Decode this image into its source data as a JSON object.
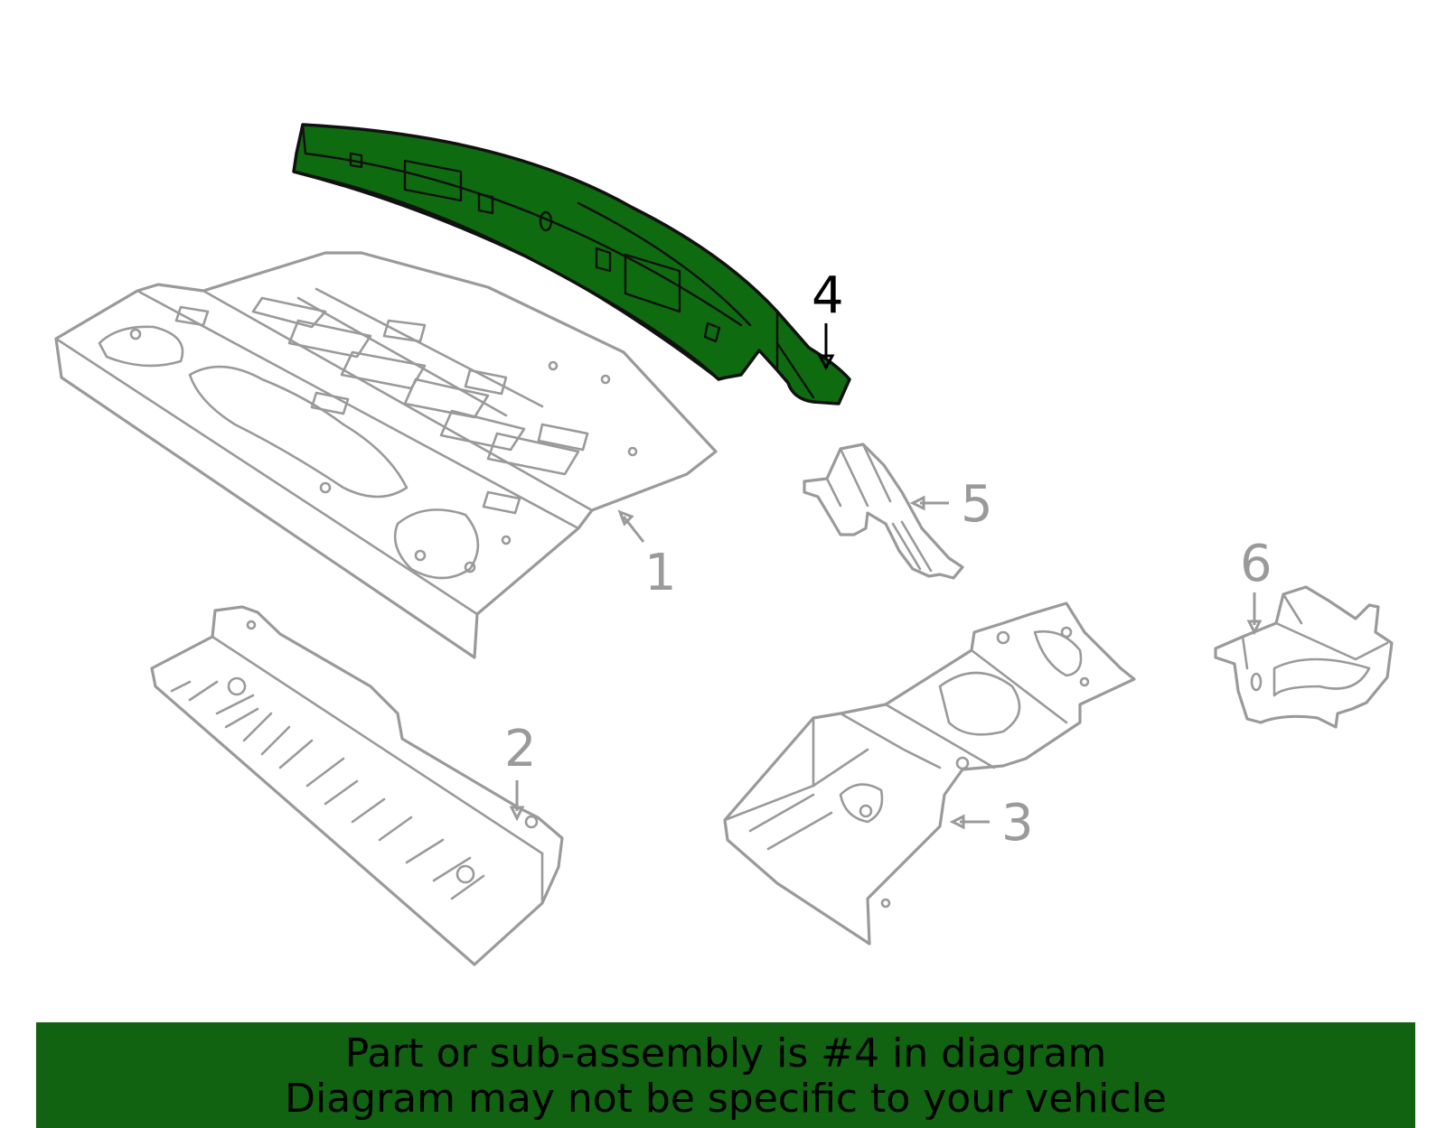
{
  "callouts": [
    {
      "number": "1",
      "highlighted": false
    },
    {
      "number": "2",
      "highlighted": false
    },
    {
      "number": "3",
      "highlighted": false
    },
    {
      "number": "4",
      "highlighted": true
    },
    {
      "number": "5",
      "highlighted": false
    },
    {
      "number": "6",
      "highlighted": false
    }
  ],
  "banner": {
    "line1": "Part or sub-assembly is #4 in diagram",
    "line2": "Diagram may not be specific to your vehicle"
  },
  "colors": {
    "highlight": "#0f6b0f",
    "banner": "#116311",
    "outline": "#9a9a9a",
    "text": "#000000"
  }
}
